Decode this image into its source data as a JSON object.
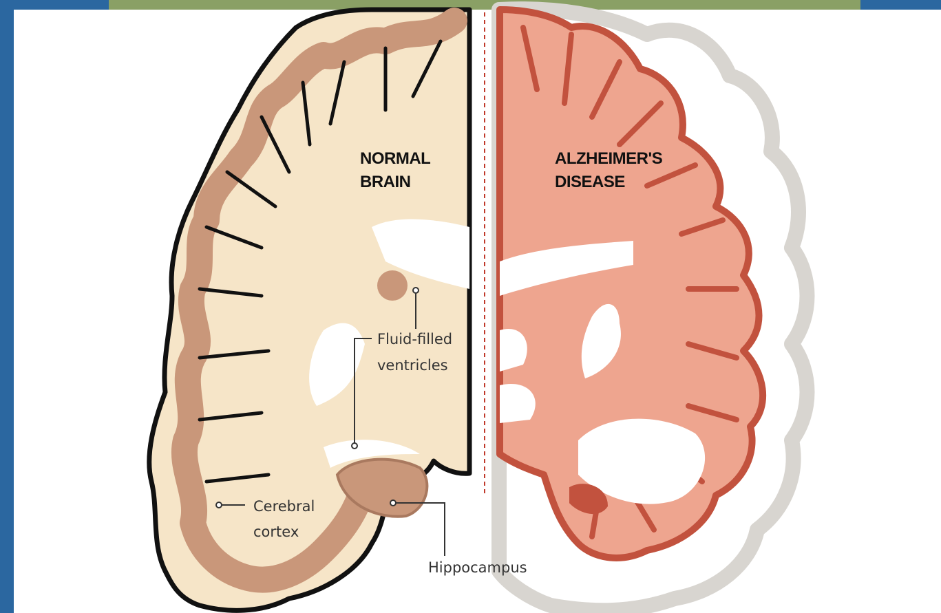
{
  "colors": {
    "frame_blue": "#2b67a0",
    "frame_olive": "#8aa065",
    "normal_fill": "#f6e5c8",
    "normal_cortex": "#c9977a",
    "normal_cortex_dark": "#a9795f",
    "disease_fill": "#eea58f",
    "disease_cortex": "#c2523e",
    "ghost_outline": "#d8d5d0",
    "ventricle": "#ffffff",
    "outline": "#111111",
    "divider": "#c0392b"
  },
  "diagram": {
    "normal_title_line1": "NORMAL",
    "normal_title_line2": "BRAIN",
    "disease_title_line1": "ALZHEIMER'S",
    "disease_title_line2": "DISEASE",
    "label_ventricles_line1": "Fluid-filled",
    "label_ventricles_line2": "ventricles",
    "label_cortex_line1": "Cerebral",
    "label_cortex_line2": "cortex",
    "label_hippocampus": "Hippocampus"
  }
}
